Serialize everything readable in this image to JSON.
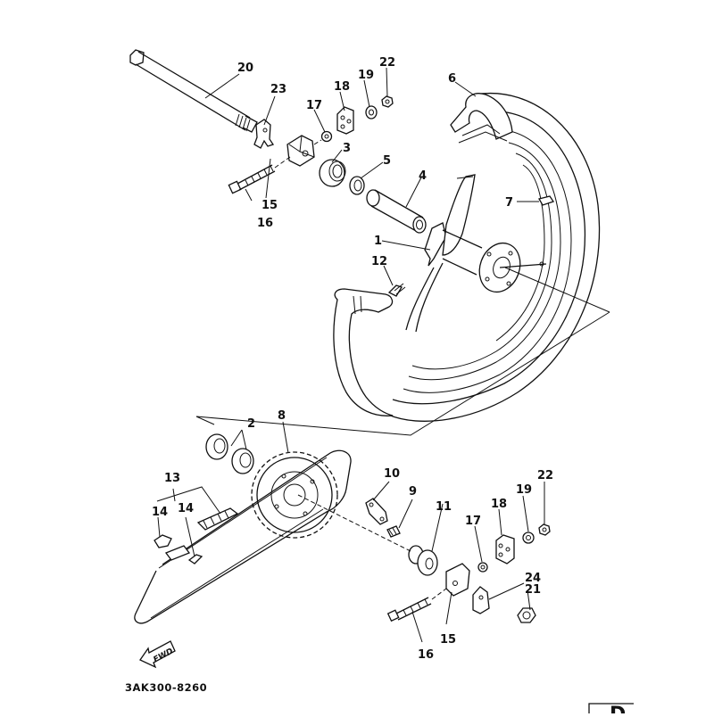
{
  "diagram": {
    "title": "Rear Wheel",
    "drawing_code": "3AK300-8260",
    "direction_marker": "FWD",
    "page_tab": "D",
    "colors": {
      "ink": "#111111",
      "paper": "#ffffff"
    },
    "callouts": {
      "c1": "1",
      "c2": "2",
      "c3": "3",
      "c4": "4",
      "c5": "5",
      "c6": "6",
      "c7": "7",
      "c8": "8",
      "c9": "9",
      "c10": "10",
      "c11": "11",
      "c12": "12",
      "c13": "13",
      "c14a": "14",
      "c14b": "14",
      "c15a": "15",
      "c15b": "15",
      "c16a": "16",
      "c16b": "16",
      "c17a": "17",
      "c17b": "17",
      "c18a": "18",
      "c18b": "18",
      "c19a": "19",
      "c19b": "19",
      "c20": "20",
      "c21": "21",
      "c22a": "22",
      "c22b": "22",
      "c23": "23",
      "c24": "24"
    }
  }
}
